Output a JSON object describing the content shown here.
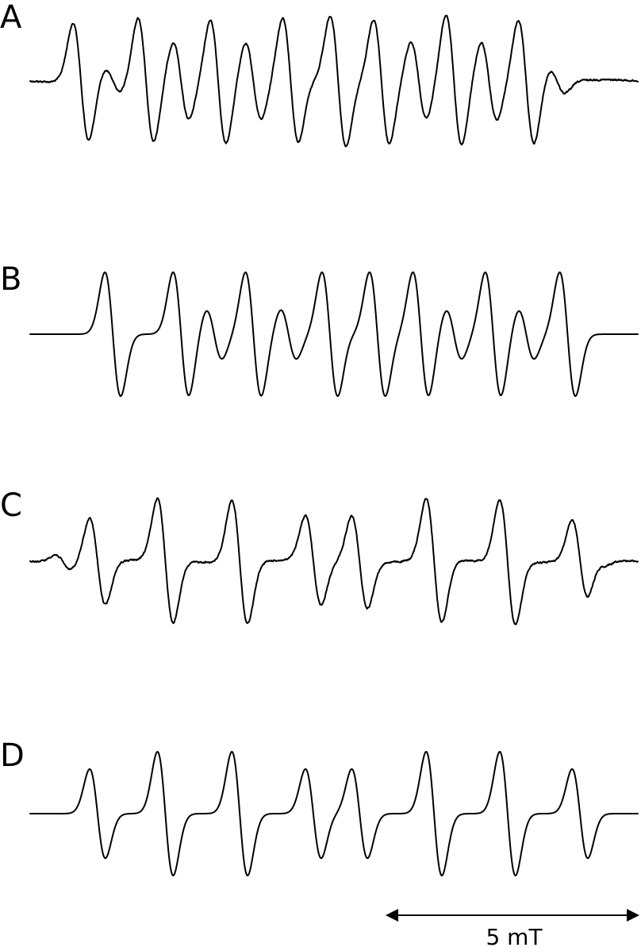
{
  "chart_data": {
    "type": "line",
    "x_unit": "mT",
    "x_range": [
      -7.35,
      7.35
    ],
    "axes_shown": false,
    "grid": false,
    "panels": [
      {
        "label": "A",
        "kind": "experimental",
        "noise": true,
        "lines": [
          {
            "center": -6.12,
            "amp": 0.95
          },
          {
            "center": -5.35,
            "amp": 0.2
          },
          {
            "center": -4.55,
            "amp": 1.0
          },
          {
            "center": -3.7,
            "amp": 0.62
          },
          {
            "center": -2.8,
            "amp": 1.0
          },
          {
            "center": -1.95,
            "amp": 0.62
          },
          {
            "center": -1.05,
            "amp": 1.0
          },
          {
            "center": 0.1,
            "amp": 1.05
          },
          {
            "center": 1.15,
            "amp": 1.0
          },
          {
            "center": 2.05,
            "amp": 0.62
          },
          {
            "center": 2.9,
            "amp": 1.05
          },
          {
            "center": 3.75,
            "amp": 0.62
          },
          {
            "center": 4.65,
            "amp": 1.0
          },
          {
            "center": 5.4,
            "amp": 0.2
          }
        ]
      },
      {
        "label": "B",
        "kind": "simulated",
        "noise": false,
        "lines": [
          {
            "center": -5.35,
            "amp": 1.0
          },
          {
            "center": -3.7,
            "amp": 1.0
          },
          {
            "center": -2.9,
            "amp": 0.4
          },
          {
            "center": -1.95,
            "amp": 1.0
          },
          {
            "center": -1.1,
            "amp": 0.4
          },
          {
            "center": -0.1,
            "amp": 1.0
          },
          {
            "center": 1.05,
            "amp": 1.0
          },
          {
            "center": 2.1,
            "amp": 1.0
          },
          {
            "center": 2.9,
            "amp": 0.4
          },
          {
            "center": 3.85,
            "amp": 1.0
          },
          {
            "center": 4.65,
            "amp": 0.4
          },
          {
            "center": 5.65,
            "amp": 1.0
          }
        ]
      },
      {
        "label": "C",
        "kind": "experimental",
        "noise": true,
        "lines": [
          {
            "center": -6.55,
            "amp": 0.12
          },
          {
            "center": -5.72,
            "amp": 0.7
          },
          {
            "center": -4.08,
            "amp": 1.0
          },
          {
            "center": -2.28,
            "amp": 1.0
          },
          {
            "center": -0.5,
            "amp": 0.72
          },
          {
            "center": 0.62,
            "amp": 0.74
          },
          {
            "center": 2.42,
            "amp": 1.0
          },
          {
            "center": 4.2,
            "amp": 1.0
          },
          {
            "center": 5.95,
            "amp": 0.66
          },
          {
            "center": 6.4,
            "amp": 0.08
          }
        ]
      },
      {
        "label": "D",
        "kind": "simulated",
        "noise": false,
        "lines": [
          {
            "center": -5.72,
            "amp": 0.72
          },
          {
            "center": -4.08,
            "amp": 1.0
          },
          {
            "center": -2.28,
            "amp": 1.0
          },
          {
            "center": -0.5,
            "amp": 0.72
          },
          {
            "center": 0.62,
            "amp": 0.72
          },
          {
            "center": 2.42,
            "amp": 1.0
          },
          {
            "center": 4.2,
            "amp": 1.0
          },
          {
            "center": 5.95,
            "amp": 0.72
          }
        ]
      }
    ],
    "scale_bar": {
      "length": 5,
      "unit": "mT",
      "label": "5 mT"
    }
  }
}
